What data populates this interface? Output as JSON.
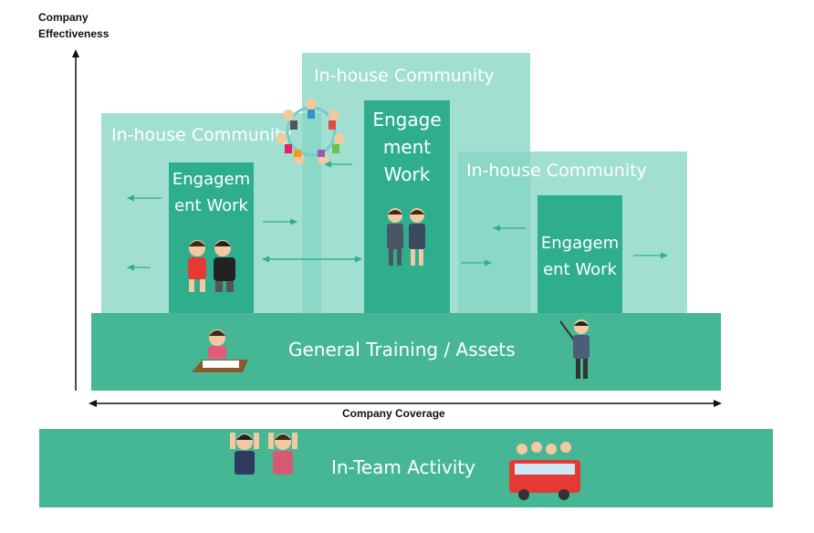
{
  "axes": {
    "y_label_line1": "Company",
    "y_label_line2": "Effectiveness",
    "x_label": "Company Coverage"
  },
  "communities": [
    {
      "title": "In-house Community"
    },
    {
      "title": "In-house Community"
    },
    {
      "title": "In-house Community"
    }
  ],
  "engagements": [
    {
      "line1": "Engagem",
      "line2": "ent Work",
      "line3": ""
    },
    {
      "line1": "Engage",
      "line2": "ment",
      "line3": "Work"
    },
    {
      "line1": "Engagem",
      "line2": "ent Work",
      "line3": ""
    }
  ],
  "general_training": {
    "label": "General Training / Assets"
  },
  "in_team": {
    "label": "In-Team Activity"
  },
  "colors": {
    "community_fill": "#86d6c4",
    "engagement_fill": "#2fae8e",
    "base_fill": "#46b795",
    "arrow": "#2fae8e"
  }
}
